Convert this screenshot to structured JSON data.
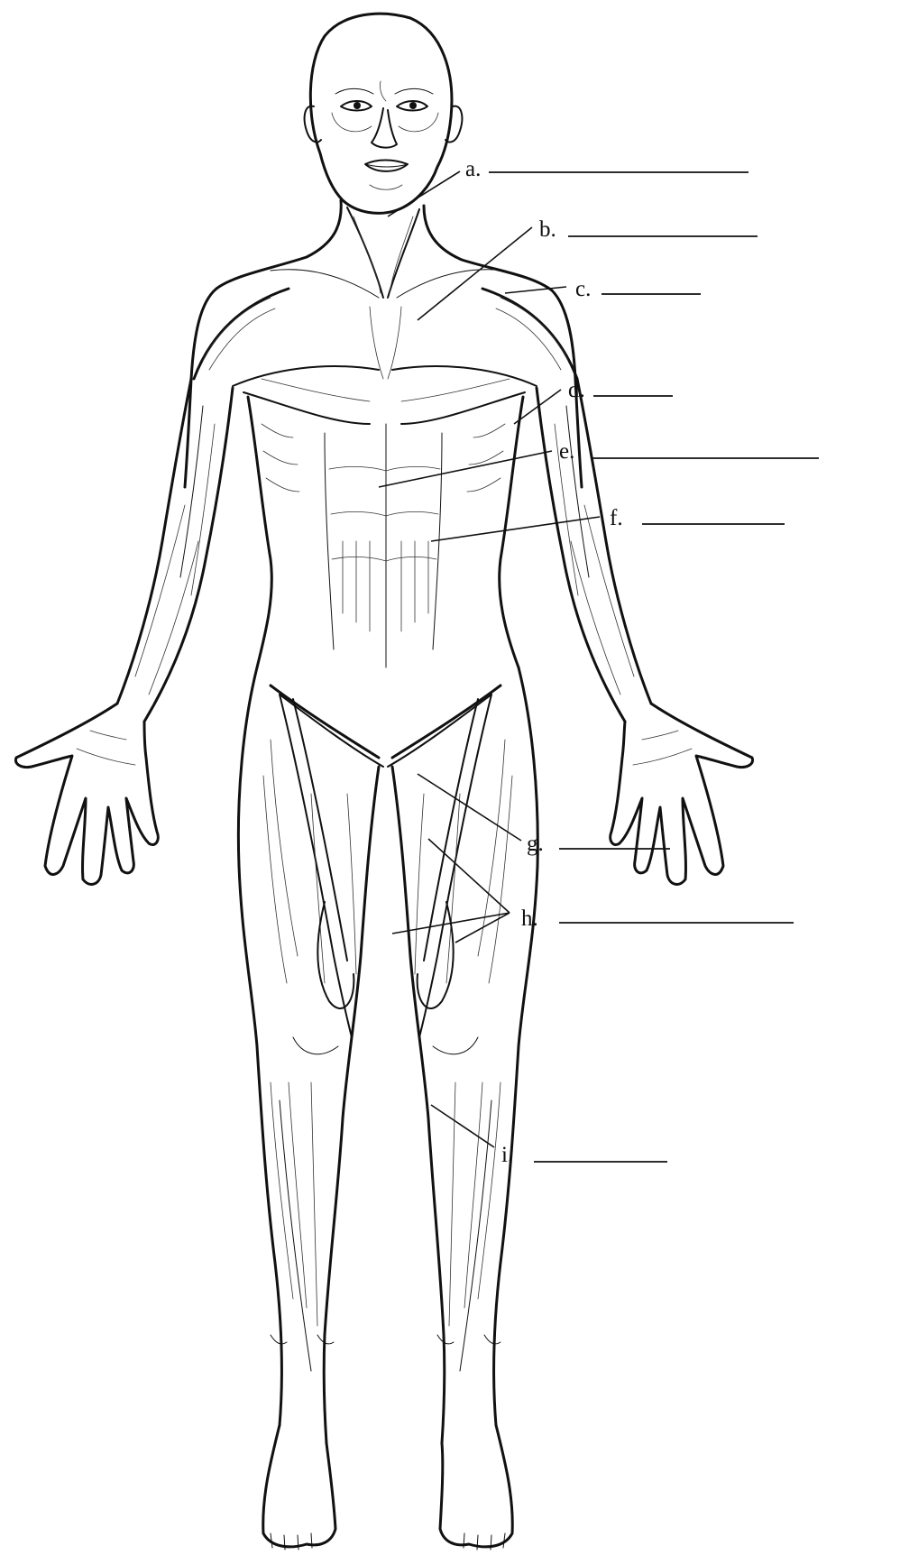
{
  "labels": [
    {
      "key": "a",
      "text": "a."
    },
    {
      "key": "b",
      "text": "b."
    },
    {
      "key": "c",
      "text": "c."
    },
    {
      "key": "d",
      "text": "d."
    },
    {
      "key": "e",
      "text": "e."
    },
    {
      "key": "f",
      "text": "f."
    },
    {
      "key": "g",
      "text": "g."
    },
    {
      "key": "h",
      "text": "h."
    },
    {
      "key": "i",
      "text": "i."
    }
  ],
  "colors": {
    "ink": "#111111",
    "background": "#ffffff"
  }
}
